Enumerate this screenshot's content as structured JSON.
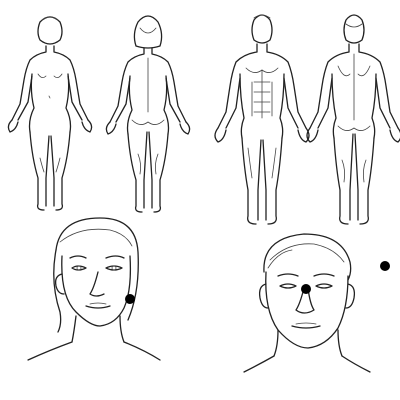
{
  "figures": [
    {
      "id": "female-front",
      "label": ""
    },
    {
      "id": "female-back",
      "label": ""
    },
    {
      "id": "male-front",
      "label": ""
    },
    {
      "id": "male-back",
      "label": ""
    },
    {
      "id": "female-face",
      "label": ""
    },
    {
      "id": "male-face",
      "label": ""
    }
  ],
  "markers": [
    {
      "id": "female-face-jaw-marker",
      "color": "#000000"
    },
    {
      "id": "male-face-nose-marker",
      "color": "#000000"
    },
    {
      "id": "outside-marker",
      "color": "#000000"
    }
  ]
}
